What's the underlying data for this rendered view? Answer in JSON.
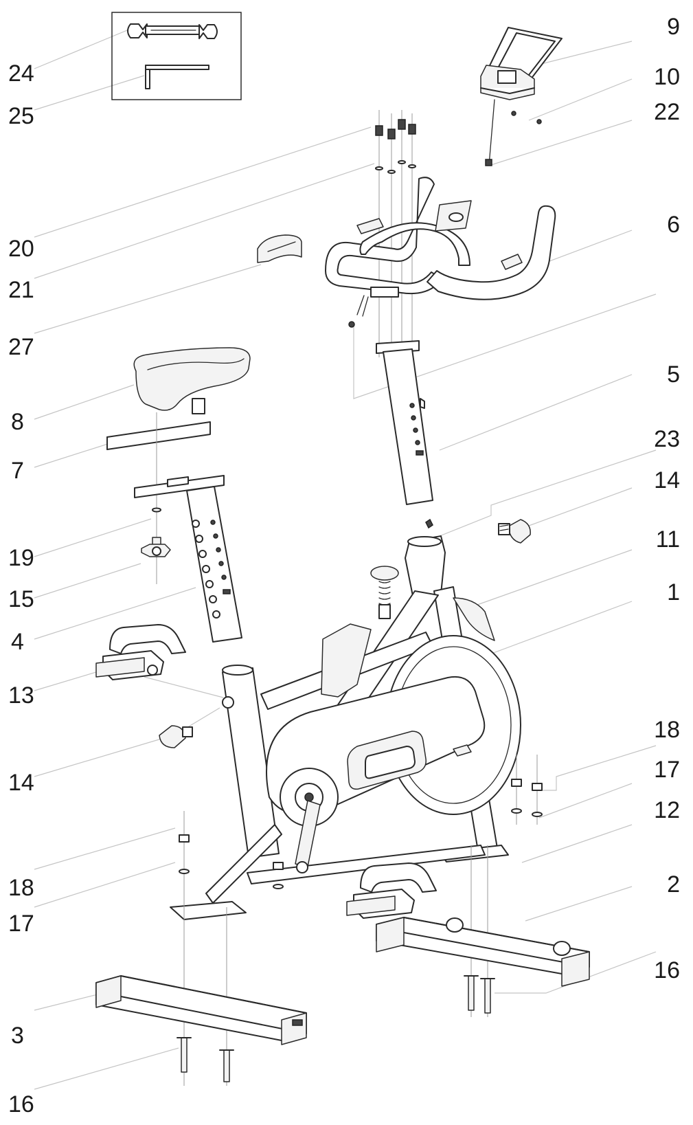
{
  "labels": {
    "p24": "24",
    "p25": "25",
    "p9": "9",
    "p10": "10",
    "p22": "22",
    "p20": "20",
    "p21": "21",
    "p6": "6",
    "p27": "27",
    "p5": "5",
    "p8": "8",
    "p23": "23",
    "p7": "7",
    "p14a": "14",
    "p11": "11",
    "p19": "19",
    "p15": "15",
    "p1": "1",
    "p4": "4",
    "p13": "13",
    "p18a": "18",
    "p17a": "17",
    "p14b": "14",
    "p12": "12",
    "p18b": "18",
    "p17b": "17",
    "p2": "2",
    "p16a": "16",
    "p3": "3",
    "p16b": "16"
  },
  "colors": {
    "line": "#2a2a2a",
    "leader": "#c4c4c4",
    "text": "#1a1a1a",
    "background": "#ffffff"
  }
}
